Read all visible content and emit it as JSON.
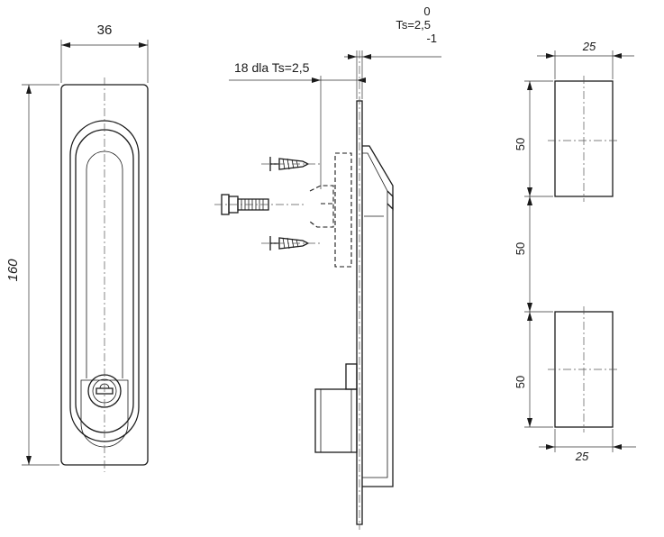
{
  "front_view": {
    "width_label": "36",
    "height_label": "160"
  },
  "side_view": {
    "tolerance_top": "0",
    "tolerance_nominal": "Ts=2,5",
    "tolerance_bottom": "-1",
    "depth_label": "18 dla Ts=2,5"
  },
  "cutout_view": {
    "top_width_label": "25",
    "upper_height_label": "50",
    "gap_label": "50",
    "lower_height_label": "50",
    "bottom_width_label": "25"
  },
  "colors": {
    "line": "#1a1a1a",
    "background": "#ffffff"
  }
}
